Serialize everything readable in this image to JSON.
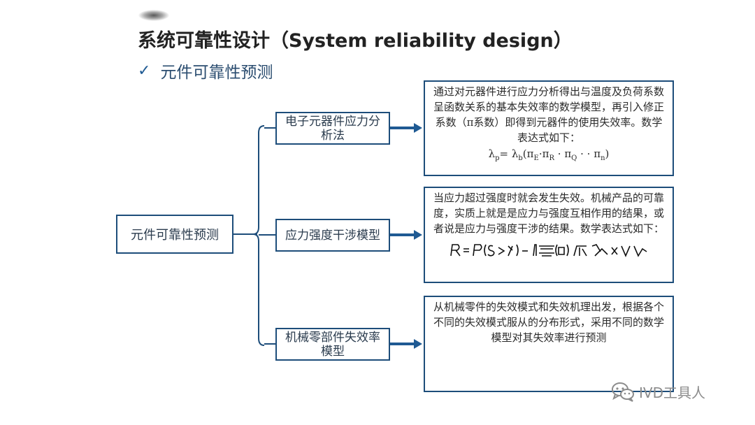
{
  "slide": {
    "title": "系统可靠性设计（System reliability design）",
    "subtitle": "元件可靠性预测",
    "check_mark": "✓"
  },
  "root": {
    "label": "元件可靠性预测"
  },
  "methods": [
    {
      "label": "电子元器件应力分析法",
      "description": "通过对元器件进行应力分析得出与温度及负荷系数呈函数关系的基本失效率的数学模型，再引入修正系数（π系数）即得到元器件的使用失效率。数学表达式如下：",
      "formula": {
        "lhs": "λ",
        "lhs_sub": "p",
        "eq": "= ",
        "lb": "λ",
        "lb_sub": "b",
        "open": "(",
        "pi1": "π",
        "pi1_sub": "E",
        "dot1": "·",
        "pi2": "π",
        "pi2_sub": "R",
        "dot2": " · ",
        "pi3": "π",
        "pi3_sub": "Q",
        "dots": " · · ",
        "pi4": "π",
        "pi4_sub": "n",
        "close": ")"
      }
    },
    {
      "label": "应力强度干涉模型",
      "description": "当应力超过强度时就会发生失效。机械产品的可靠度，实质上就是是应力与强度互相作用的结果，或者说是应力与强度干涉的结果。数学表达式如下："
    },
    {
      "label": "机械零部件失效率模型",
      "description": "从机械零件的失效模式和失效机理出发，根据各个不同的失效模式服从的分布形式，采用不同的数学模型对其失效率进行预测"
    }
  ],
  "watermark": {
    "text": "IVD工具人"
  },
  "colors": {
    "border": "#1d4d7a",
    "arrow": "#1f5a93",
    "subtitle": "#2b4d70",
    "watermark": "#8c8c8c"
  }
}
